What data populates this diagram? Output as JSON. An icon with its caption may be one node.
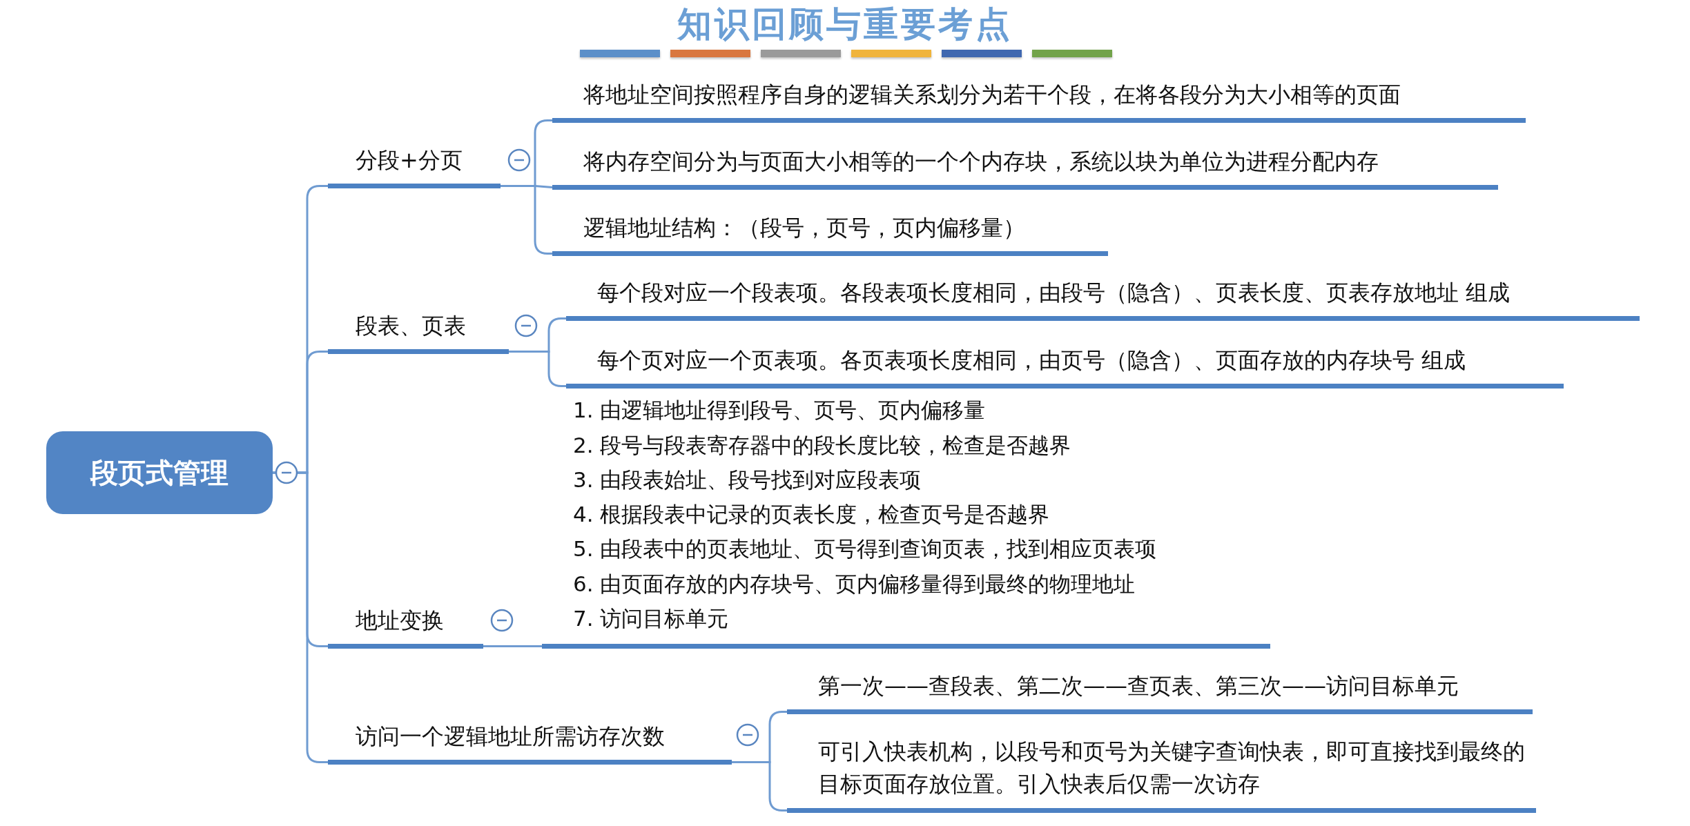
{
  "diagram": {
    "title": "知识回顾与重要考点",
    "nodes": [
      {
        "text": [
          "段页式管理"
        ]
      },
      {
        "text": [
          "分段+分页"
        ]
      },
      {
        "text": [
          "将地址空间按照程序自身的逻辑关系划分为若干个段，在将各段分为大小相等的页面"
        ]
      },
      {
        "text": [
          "将内存空间分为与页面大小相等的一个个内存块，系统以块为单位为进程分配内存"
        ]
      },
      {
        "text": [
          "逻辑地址结构：（段号，页号，页内偏移量）"
        ]
      },
      {
        "text": [
          "段表、页表"
        ]
      },
      {
        "text": [
          "每个段对应一个段表项。各段表项长度相同，由段号（隐含）、页表长度、页表存放地址 组成"
        ]
      },
      {
        "text": [
          "每个页对应一个页表项。各页表项长度相同，由页号（隐含）、页面存放的内存块号 组成"
        ]
      },
      {
        "text": [
          "地址变换"
        ]
      },
      {
        "text": [
          "1. 由逻辑地址得到段号、页号、页内偏移量",
          "2. 段号与段表寄存器中的段长度比较，检查是否越界",
          "3. 由段表始址、段号找到对应段表项",
          "4. 根据段表中记录的页表长度，检查页号是否越界",
          "5. 由段表中的页表地址、页号得到查询页表，找到相应页表项",
          "6. 由页面存放的内存块号、页内偏移量得到最终的物理地址",
          "7. 访问目标单元"
        ]
      },
      {
        "text": [
          "访问一个逻辑地址所需访存次数"
        ]
      },
      {
        "text": [
          "第一次——查段表、第二次——查页表、第三次——访问目标单元"
        ]
      },
      {
        "text": [
          "可引入快表机构，以段号和页号为关键字查询快表，即可直接找到最终的目标页面存放位置。引入快表后仅需一次访存"
        ]
      }
    ],
    "edges": [
      {
        "from": 0,
        "to": 1,
        "arrow": "none"
      },
      {
        "from": 0,
        "to": 5,
        "arrow": "none"
      },
      {
        "from": 0,
        "to": 8,
        "arrow": "none"
      },
      {
        "from": 0,
        "to": 10,
        "arrow": "none"
      },
      {
        "from": 1,
        "to": 2,
        "arrow": "none"
      },
      {
        "from": 1,
        "to": 3,
        "arrow": "none"
      },
      {
        "from": 1,
        "to": 4,
        "arrow": "none"
      },
      {
        "from": 5,
        "to": 6,
        "arrow": "none"
      },
      {
        "from": 5,
        "to": 7,
        "arrow": "none"
      },
      {
        "from": 8,
        "to": 9,
        "arrow": "none"
      },
      {
        "from": 10,
        "to": 11,
        "arrow": "none"
      },
      {
        "from": 10,
        "to": 12,
        "arrow": "none"
      }
    ]
  }
}
